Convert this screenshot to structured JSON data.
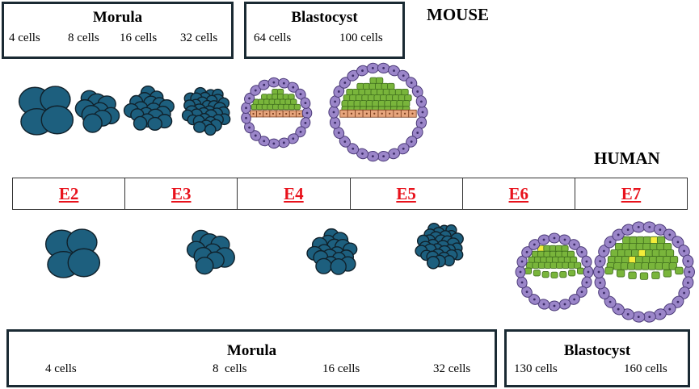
{
  "mouse": {
    "species_label": "MOUSE",
    "morula": {
      "title": "Morula",
      "stages": [
        "4 cells",
        "8 cells",
        "16 cells",
        "32 cells"
      ]
    },
    "blastocyst": {
      "title": "Blastocyst",
      "stages": [
        "64 cells",
        "100 cells"
      ]
    }
  },
  "human": {
    "species_label": "HUMAN",
    "morula": {
      "title": "Morula",
      "stages": [
        "4 cells",
        "8  cells",
        "16 cells",
        "32 cells"
      ]
    },
    "blastocyst": {
      "title": "Blastocyst",
      "stages": [
        "130 cells",
        "160 cells"
      ]
    }
  },
  "timeline": [
    "E2",
    "E3",
    "E4",
    "E5",
    "E6",
    "E7"
  ],
  "colors": {
    "morula_cell": "#1d5f7e",
    "trophectoderm": "#9b86c9",
    "inner_cell_mass": "#79b53b",
    "primitive_endoderm_mouse": "#e7a57d",
    "epiblast_human": "#f4ec3a",
    "timeline_text": "#e8121c"
  }
}
